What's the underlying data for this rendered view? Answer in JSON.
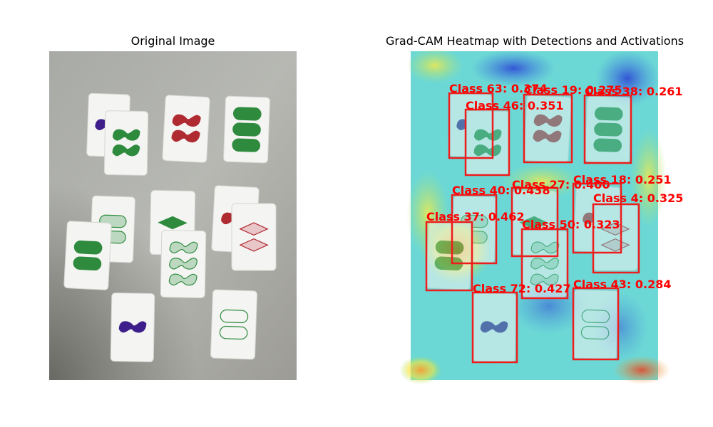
{
  "left_panel": {
    "title": "Original Image"
  },
  "right_panel": {
    "title": "Grad-CAM Heatmap with Detections and Activations",
    "box_color": "#ee1c1c",
    "detections": [
      {
        "label": "Class 63: 0.374"
      },
      {
        "label": "Class 46: 0.351"
      },
      {
        "label": "Class 19: 0.275"
      },
      {
        "label": "Class 38: 0.261"
      },
      {
        "label": "Class 27: 0.400"
      },
      {
        "label": "Class 18: 0.251"
      },
      {
        "label": "Class 40: 0.438"
      },
      {
        "label": "Class 4: 0.325"
      },
      {
        "label": "Class 37: 0.462"
      },
      {
        "label": "Class 50: 0.323"
      },
      {
        "label": "Class 72: 0.427"
      },
      {
        "label": "Class 43: 0.284"
      }
    ]
  },
  "colors": {
    "card": "#f4f4f2",
    "green": "#2e8b3e",
    "red": "#b02a32",
    "purple": "#3d1e8a"
  }
}
